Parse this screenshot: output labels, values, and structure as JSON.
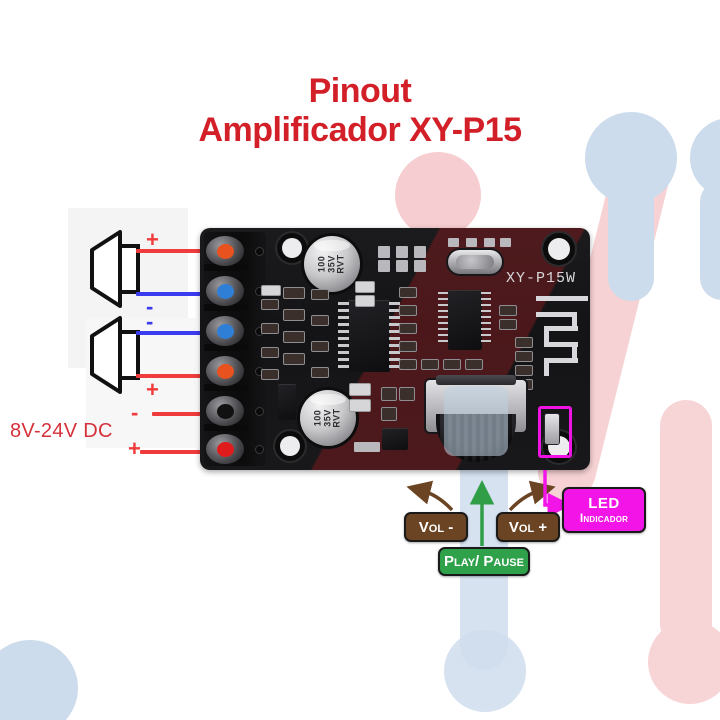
{
  "page": {
    "title_line1": "Pinout",
    "title_line2": "Amplificador XY-P15",
    "title_color": "#d21f28",
    "background": "#ffffff"
  },
  "power": {
    "label": "8V-24V DC",
    "label_color": "#d5313a",
    "negative_symbol": "-",
    "positive_symbol": "+"
  },
  "speakers": {
    "speaker_top": {
      "positive_symbol": "+",
      "negative_symbol": "-",
      "positive_wire_color": "#ef3b3b",
      "negative_wire_color": "#3b3bef"
    },
    "speaker_bottom": {
      "negative_symbol": "-",
      "positive_symbol": "+",
      "positive_wire_color": "#ef3b3b",
      "negative_wire_color": "#3b3bef"
    }
  },
  "board": {
    "silkscreen": "XY-P15W",
    "capacitor_top": "100\n35V\nRVT",
    "capacitor_bottom": "100\n35V\nRVT",
    "terminals": [
      {
        "name": "speaker-right-positive",
        "color": "#e8521f"
      },
      {
        "name": "speaker-right-negative",
        "color": "#2f7fd6"
      },
      {
        "name": "speaker-left-negative",
        "color": "#2f7fd6"
      },
      {
        "name": "speaker-left-positive",
        "color": "#e8521f"
      },
      {
        "name": "power-negative",
        "color": "#111111"
      },
      {
        "name": "power-positive",
        "color": "#e01b1b"
      }
    ]
  },
  "callouts": {
    "vol_minus": "Vol -",
    "vol_plus": "Vol +",
    "play_pause": "Play/ Pause",
    "led_line1": "LED",
    "led_line2": "Indicador",
    "brown_color": "#6b4423",
    "green_color": "#30a14b",
    "magenta_color": "#f315e7"
  }
}
